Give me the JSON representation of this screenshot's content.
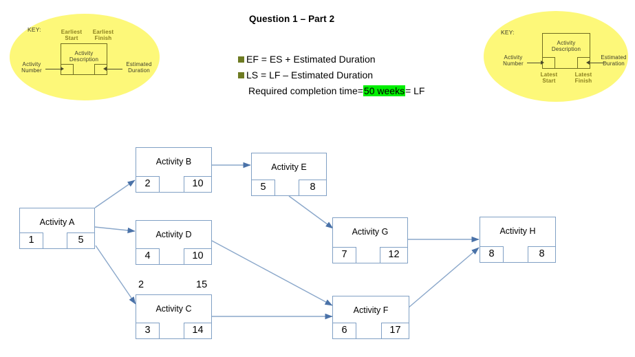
{
  "title": "Question 1 – Part 2",
  "formulas": [
    {
      "bullet": "olive-square-bullet",
      "text": "EF = ES + Estimated Duration"
    },
    {
      "bullet": "olive-square-bullet",
      "text": "LS = LF – Estimated Duration"
    }
  ],
  "required_completion": {
    "prefix": "Required completion time=",
    "highlight": "50 weeks",
    "suffix": "= LF",
    "highlight_color": "#00ef00"
  },
  "key_left": {
    "label": "KEY:",
    "top_left": "Earliest\nStart",
    "top_left_line1": "Earliest",
    "top_left_line2": "Start",
    "top_right_line1": "Earliest",
    "top_right_line2": "Finish",
    "center_line1": "Activity",
    "center_line2": "Description",
    "left_line1": "Activity",
    "left_line2": "Number",
    "right_line1": "Estimated",
    "right_line2": "Duration",
    "blob_color": "#fdf879"
  },
  "key_right": {
    "label": "KEY:",
    "center_line1": "Activity",
    "center_line2": "Description",
    "left_line1": "Activity",
    "left_line2": "Number",
    "right_line1": "Estimated",
    "right_line2": "Duration",
    "bottom_left_line1": "Latest",
    "bottom_left_line2": "Start",
    "bottom_right_line1": "Latest",
    "bottom_right_line2": "Finish",
    "blob_color": "#fdf879"
  },
  "diagram": {
    "node_border_color": "#7f9fc4",
    "arrow_color": "#7f9fc4",
    "nodes": [
      {
        "id": "A",
        "title": "Activity A",
        "left_value": "1",
        "right_value": "5",
        "top_left_value": "",
        "top_right_value": ""
      },
      {
        "id": "B",
        "title": "Activity B",
        "left_value": "2",
        "right_value": "10",
        "top_left_value": "",
        "top_right_value": ""
      },
      {
        "id": "E",
        "title": "Activity E",
        "left_value": "5",
        "right_value": "8",
        "top_left_value": "",
        "top_right_value": ""
      },
      {
        "id": "D",
        "title": "Activity D",
        "left_value": "4",
        "right_value": "10",
        "top_left_value": "",
        "top_right_value": ""
      },
      {
        "id": "G",
        "title": "Activity G",
        "left_value": "7",
        "right_value": "12",
        "top_left_value": "",
        "top_right_value": ""
      },
      {
        "id": "H",
        "title": "Activity H",
        "left_value": "8",
        "right_value": "8",
        "top_left_value": "",
        "top_right_value": ""
      },
      {
        "id": "C",
        "title": "Activity C",
        "left_value": "3",
        "right_value": "14",
        "top_left_value": "2",
        "top_right_value": "15"
      },
      {
        "id": "F",
        "title": "Activity F",
        "left_value": "6",
        "right_value": "17",
        "top_left_value": "",
        "top_right_value": ""
      }
    ],
    "edges": [
      {
        "from": "A",
        "to": "B"
      },
      {
        "from": "A",
        "to": "D"
      },
      {
        "from": "A",
        "to": "C"
      },
      {
        "from": "B",
        "to": "E"
      },
      {
        "from": "E",
        "to": "G"
      },
      {
        "from": "D",
        "to": "F"
      },
      {
        "from": "C",
        "to": "F"
      },
      {
        "from": "G",
        "to": "H"
      },
      {
        "from": "F",
        "to": "H"
      }
    ]
  }
}
